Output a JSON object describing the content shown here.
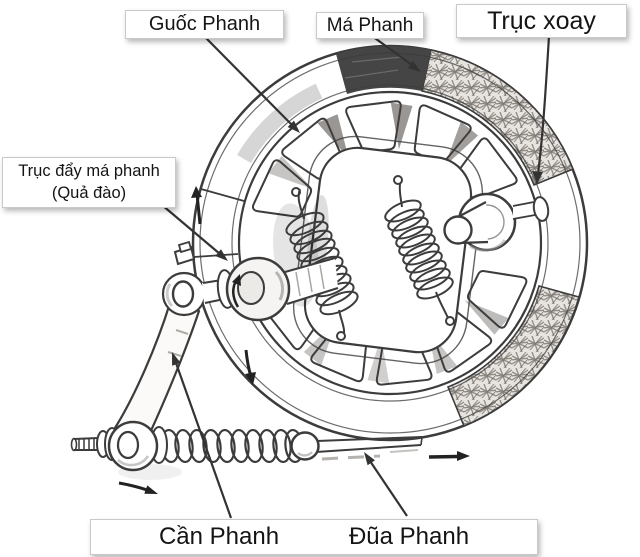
{
  "figure": {
    "labels": {
      "guoc_phanh": "Guốc Phanh",
      "ma_phanh": "Má Phanh",
      "truc_xoay": "Trục xoay",
      "truc_day_line1": "Trục đẩy má phanh",
      "truc_day_line2": "(Quả đào)",
      "can_phanh": "Cần Phanh",
      "dua_phanh": "Đũa Phanh"
    },
    "colors": {
      "paper": "#ffffff",
      "ink": "#3c3c3c",
      "lining_fill": "#e7e4e0",
      "dark_shadow": "#454545",
      "label_border": "#c9c9c9"
    }
  }
}
